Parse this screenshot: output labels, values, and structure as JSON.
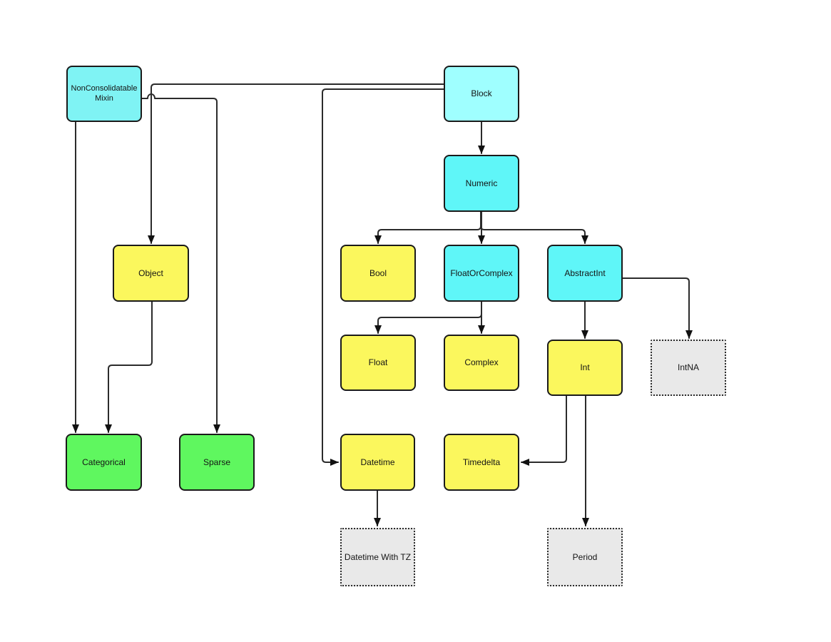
{
  "diagram": {
    "type": "class-hierarchy-flowchart",
    "nodes": [
      {
        "id": "nonconsolidatable-mixin",
        "label": "NonConsolidatable Mixin",
        "style": "cyan-mixin"
      },
      {
        "id": "block",
        "label": "Block",
        "style": "cyan-light"
      },
      {
        "id": "numeric",
        "label": "Numeric",
        "style": "cyan"
      },
      {
        "id": "object",
        "label": "Object",
        "style": "yellow"
      },
      {
        "id": "bool",
        "label": "Bool",
        "style": "yellow"
      },
      {
        "id": "float-or-complex",
        "label": "FloatOrComplex",
        "style": "cyan"
      },
      {
        "id": "abstract-int",
        "label": "AbstractInt",
        "style": "cyan"
      },
      {
        "id": "float",
        "label": "Float",
        "style": "yellow"
      },
      {
        "id": "complex",
        "label": "Complex",
        "style": "yellow"
      },
      {
        "id": "int",
        "label": "Int",
        "style": "yellow"
      },
      {
        "id": "int-na",
        "label": "IntNA",
        "style": "gray-dotted"
      },
      {
        "id": "categorical",
        "label": "Categorical",
        "style": "green"
      },
      {
        "id": "sparse",
        "label": "Sparse",
        "style": "green"
      },
      {
        "id": "datetime",
        "label": "Datetime",
        "style": "yellow"
      },
      {
        "id": "timedelta",
        "label": "Timedelta",
        "style": "yellow"
      },
      {
        "id": "datetime-with-tz",
        "label": "Datetime With TZ",
        "style": "gray-dotted"
      },
      {
        "id": "period",
        "label": "Period",
        "style": "gray-dotted"
      }
    ],
    "edges": [
      {
        "from": "Block",
        "to": "Numeric"
      },
      {
        "from": "Numeric",
        "to": "Bool"
      },
      {
        "from": "Numeric",
        "to": "FloatOrComplex"
      },
      {
        "from": "Numeric",
        "to": "AbstractInt"
      },
      {
        "from": "FloatOrComplex",
        "to": "Float"
      },
      {
        "from": "FloatOrComplex",
        "to": "Complex"
      },
      {
        "from": "AbstractInt",
        "to": "Int"
      },
      {
        "from": "AbstractInt",
        "to": "IntNA"
      },
      {
        "from": "Block",
        "to": "Object"
      },
      {
        "from": "Block",
        "to": "Datetime"
      },
      {
        "from": "NonConsolidatable Mixin",
        "to": "Sparse"
      },
      {
        "from": "NonConsolidatable Mixin",
        "to": "Categorical"
      },
      {
        "from": "Object",
        "to": "Categorical"
      },
      {
        "from": "Int",
        "to": "Timedelta"
      },
      {
        "from": "Int",
        "to": "Period"
      },
      {
        "from": "Datetime",
        "to": "Datetime With TZ"
      }
    ],
    "colors": {
      "cyan_light": "#9FFFFF",
      "cyan": "#5FF6F8",
      "cyan_mixin": "#7FF3F4",
      "yellow": "#FBF75D",
      "green": "#5FF75F",
      "gray_fill": "#E9E9E9",
      "node_border": "#1A1A1A",
      "line": "#2B2B2B",
      "background": "#FFFFFF"
    }
  }
}
